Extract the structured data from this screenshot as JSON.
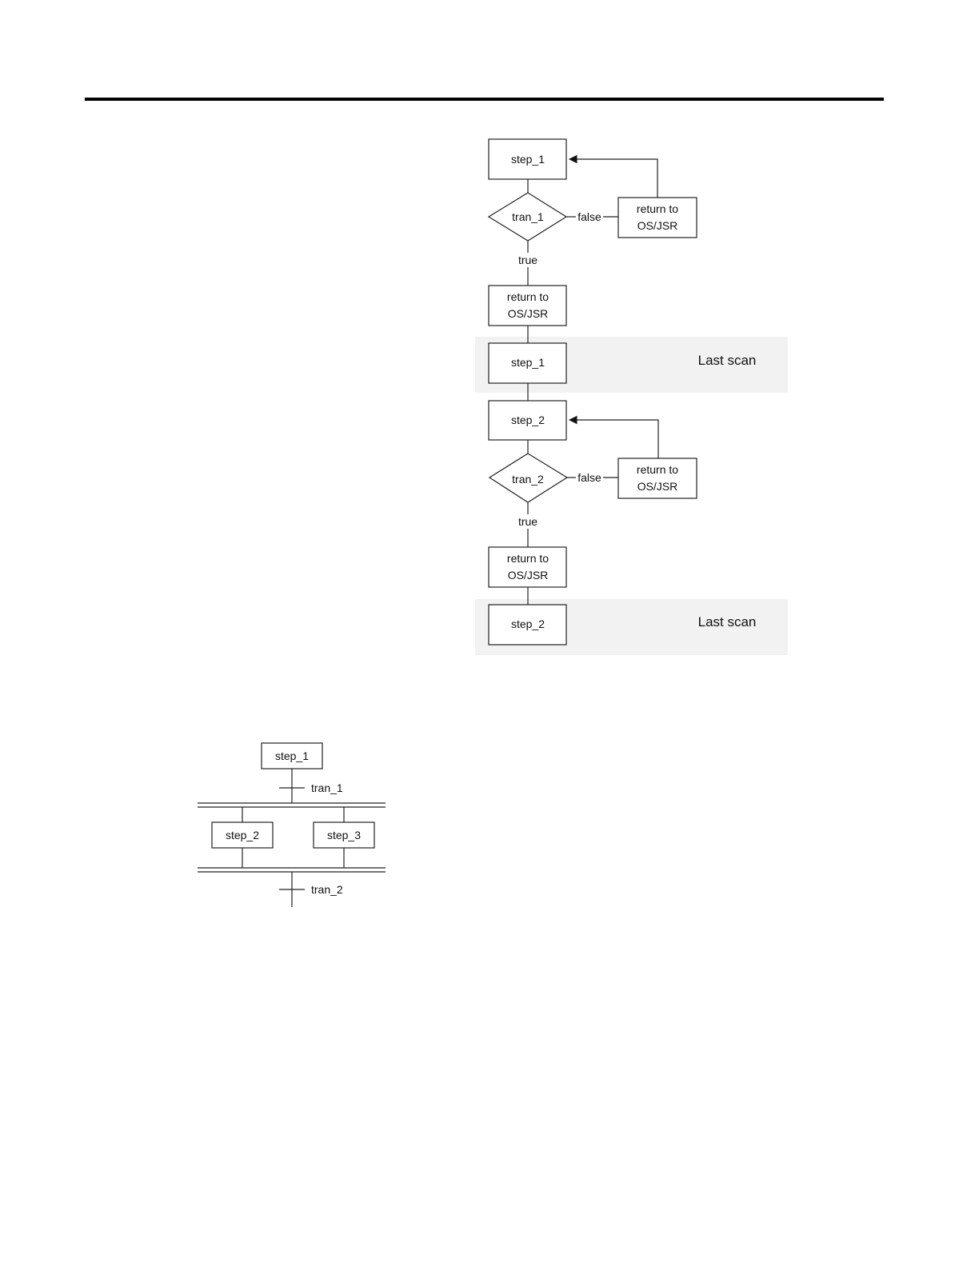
{
  "flowchart": {
    "step_1": "step_1",
    "tran_1": "tran_1",
    "false_1": "false",
    "true_1": "true",
    "return_false_1": [
      "return to",
      "OS/JSR"
    ],
    "return_true_1": [
      "return to",
      "OS/JSR"
    ],
    "last_step_1": "step_1",
    "last_scan_1": "Last scan",
    "step_2": "step_2",
    "tran_2": "tran_2",
    "false_2": "false",
    "true_2": "true",
    "return_false_2": [
      "return to",
      "OS/JSR"
    ],
    "return_true_2": [
      "return to",
      "OS/JSR"
    ],
    "last_step_2": "step_2",
    "last_scan_2": "Last scan"
  },
  "sfc": {
    "step_1": "step_1",
    "tran_1": "tran_1",
    "step_2": "step_2",
    "step_3": "step_3",
    "tran_2": "tran_2"
  }
}
